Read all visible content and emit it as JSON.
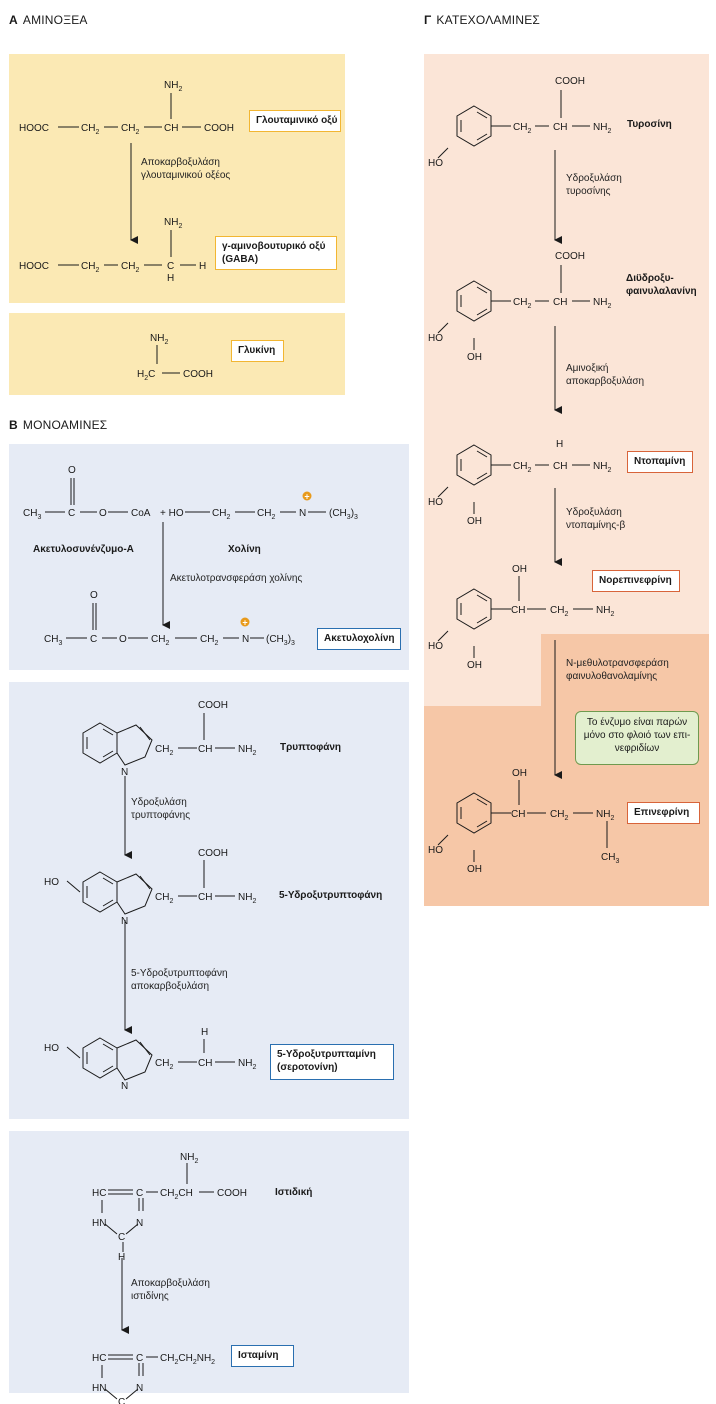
{
  "sections": {
    "a": {
      "letter": "Α",
      "title": "ΑΜΙΝΟΞΕΑ"
    },
    "b": {
      "letter": "Β",
      "title": "ΜΟΝΟΑΜΙΝΕΣ"
    },
    "c": {
      "letter": "Γ",
      "title": "ΚΑΤΕΧΟΛΑΜΙΝΕΣ"
    }
  },
  "molecules": {
    "glutamic_acid": "Γλουταμινικό οξύ",
    "gaba_line1": "γ-αμινοβουτυρικό οξύ",
    "gaba_line2": "(GABA)",
    "glycine": "Γλυκίνη",
    "acetyl_coa": "Ακετυλοσυνένζυμο-Α",
    "choline": "Χολίνη",
    "acetylcholine": "Ακετυλοχολίνη",
    "tryptophan": "Τρυπτοφάνη",
    "hydroxytryptophan": "5-Υδροξυτρυπτοφάνη",
    "serotonin_line1": "5-Υδροξυτρυπταμίνη",
    "serotonin_line2": "(σεροτονίνη)",
    "histidine": "Ιστιδική",
    "histamine": "Ισταμίνη",
    "tyrosine": "Τυροσίνη",
    "dopa_line1": "Διϋδροξυ-",
    "dopa_line2": "φαινυλαλανίνη",
    "dopamine": "Ντοπαμίνη",
    "norepinephrine": "Νορεπινεφρίνη",
    "epinephrine": "Επινεφρίνη"
  },
  "enzymes": {
    "gad_line1": "Αποκαρβοξυλάση",
    "gad_line2": "γλουταμινικού οξέος",
    "chat": "Ακετυλοτρανσφεράση χολίνης",
    "tph_line1": "Υδροξυλάση",
    "tph_line2": "τρυπτοφάνης",
    "aadc_line1": "5-Υδροξυτρυπτοφάνη",
    "aadc_line2": "αποκαρβοξυλάση",
    "hdc_line1": "Αποκαρβοξυλάση",
    "hdc_line2": "ιστιδίνης",
    "th_line1": "Υδροξυλάση",
    "th_line2": "τυροσίνης",
    "ddc_line1": "Αμινοξική",
    "ddc_line2": "αποκαρβοξυλάση",
    "dbh_line1": "Υδροξυλάση",
    "dbh_line2": "ντοπαμίνης-β",
    "pnmt_line1": "Ν-μεθυλοτρανσφεράση",
    "pnmt_line2": "φαινυλοθανολαμίνης"
  },
  "callout": {
    "line1": "Το ένζυμο είναι παρών",
    "line2": "μόνο στο φλοιό των επι-",
    "line3": "νεφριδίων"
  },
  "colors": {
    "aminoacid_panel": "#fbe9b4",
    "monoamine_panel": "#e6ebf5",
    "catecholamine_panel": "#fbe5d7",
    "adrenal_panel": "#f6c7a7",
    "yellow_box": "#f2b632",
    "blue_box": "#2a6fb0",
    "orange_box": "#d8643a",
    "charge": "#e89a1c"
  }
}
